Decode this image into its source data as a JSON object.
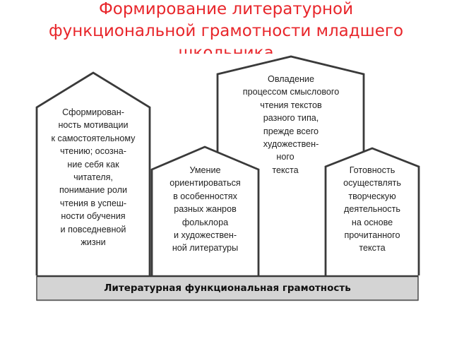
{
  "title": {
    "line1": "Формирование литературной",
    "line2": "функциональной грамотности младшего",
    "line3": "школьника"
  },
  "houses": [
    {
      "lines": [
        "Сформирован-",
        "ность мотивации",
        "к самостоятельному",
        "чтению; осозна-",
        "ние себя как",
        "читателя,",
        "понимание роли",
        "чтения в успеш-",
        "ности обучения",
        "и повседневной",
        "жизни"
      ]
    },
    {
      "lines": [
        "Умение",
        "ориентироваться",
        "в особенностях",
        "разных жанров",
        "фольклора",
        "и художествен-",
        "ной литературы"
      ]
    },
    {
      "lines": [
        "Овладение",
        "процессом смыслового",
        "чтения текстов",
        "разного типа,",
        "прежде всего",
        "художествен-",
        "ного",
        "текста"
      ]
    },
    {
      "lines": [
        "Готовность",
        "осуществлять",
        "творческую",
        "деятельность",
        "на основе",
        "прочитанного",
        "текста"
      ]
    }
  ],
  "base": {
    "label": "Литературная функциональная грамотность"
  },
  "colors": {
    "title": "#e8262b",
    "outline": "#3a3a3a",
    "base_fill": "#d4d4d4",
    "text": "#222222"
  }
}
